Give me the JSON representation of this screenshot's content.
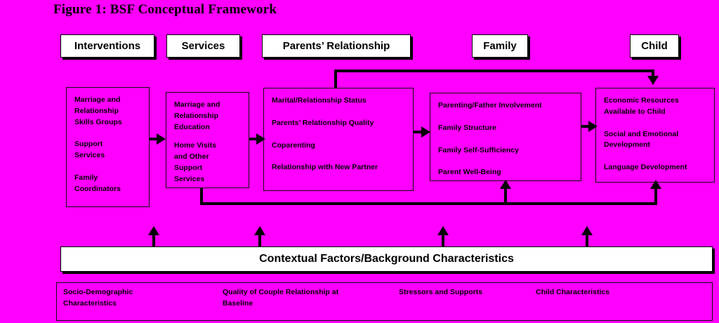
{
  "figure": {
    "title": "Figure 1: BSF Conceptual Framework",
    "background_color": "#FF00FF",
    "box_fill_color": "#FFFFFF",
    "line_color": "#000000"
  },
  "columns": [
    {
      "header": "Interventions",
      "items": [
        "Marriage and",
        "Relationship",
        "Skills Groups",
        "Support",
        "Services",
        "Family",
        "Coordinators"
      ],
      "groups": [
        [
          "Marriage and",
          "Relationship",
          "Skills Groups"
        ],
        [
          "Support",
          "Services"
        ],
        [
          "Family",
          "Coordinators"
        ]
      ]
    },
    {
      "header": "Services",
      "groups": [
        [
          "Marriage and",
          "Relationship",
          "Education"
        ],
        [
          "Home Visits",
          "and Other",
          "Support",
          "Services"
        ]
      ]
    },
    {
      "header": "Parents’ Relationship",
      "groups": [
        [
          "Marital/Relationship Status"
        ],
        [
          "Parents’ Relationship Quality"
        ],
        [
          "Coparenting"
        ],
        [
          "Relationship with New Partner"
        ]
      ]
    },
    {
      "header": "Family",
      "groups": [
        [
          "Parenting/Father Involvement"
        ],
        [
          "Family Structure"
        ],
        [
          "Family Self-Sufficiency"
        ],
        [
          "Parent Well-Being"
        ]
      ]
    },
    {
      "header": "Child",
      "groups": [
        [
          "Economic Resources",
          "Available to Child"
        ],
        [
          "Social and Emotional",
          "Development"
        ],
        [
          "Language Development"
        ]
      ]
    }
  ],
  "contextual": {
    "banner_label": "Contextual Factors/Background Characteristics",
    "items": [
      {
        "line1": "Socio-Demographic",
        "line2": "Characteristics"
      },
      {
        "line1": "Quality of Couple Relationship at",
        "line2": "Baseline"
      },
      {
        "line1": "Stressors and Supports",
        "line2": ""
      },
      {
        "line1": "Child Characteristics",
        "line2": ""
      }
    ]
  }
}
